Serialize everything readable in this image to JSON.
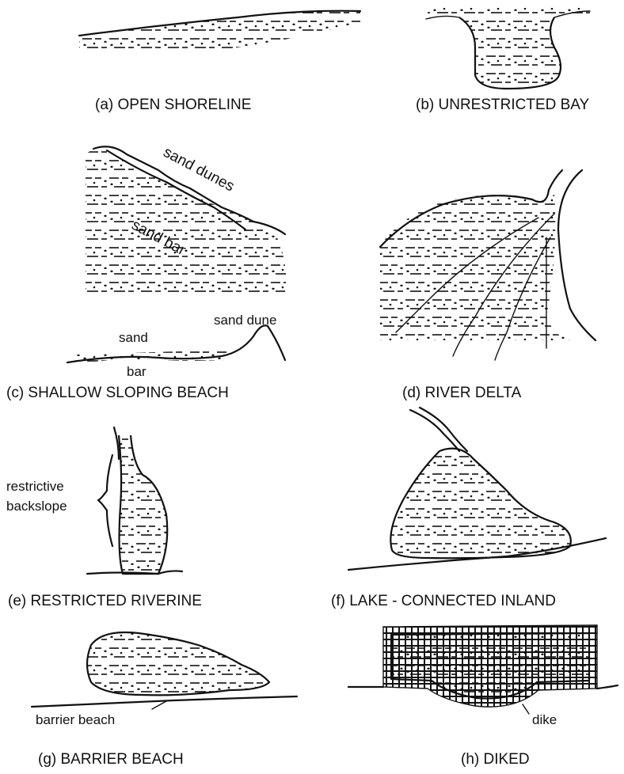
{
  "panels": {
    "a": {
      "caption": "(a) OPEN SHORELINE"
    },
    "b": {
      "caption": "(b) UNRESTRICTED BAY"
    },
    "c": {
      "caption": "(c) SHALLOW SLOPING BEACH",
      "label_sand_dunes": "sand dunes",
      "label_sand_bar": "sand bar",
      "label_sand": "sand",
      "label_bar": "bar",
      "label_sand_dune": "sand dune"
    },
    "d": {
      "caption": "(d) RIVER DELTA"
    },
    "e": {
      "caption": "(e) RESTRICTED RIVERINE",
      "label_restrictive": "restrictive",
      "label_backslope": "backslope"
    },
    "f": {
      "caption": "(f) LAKE - CONNECTED INLAND"
    },
    "g": {
      "caption": "(g) BARRIER BEACH",
      "label_barrier_beach": "barrier beach"
    },
    "h": {
      "caption": "(h) DIKED",
      "label_dike": "dike"
    }
  }
}
